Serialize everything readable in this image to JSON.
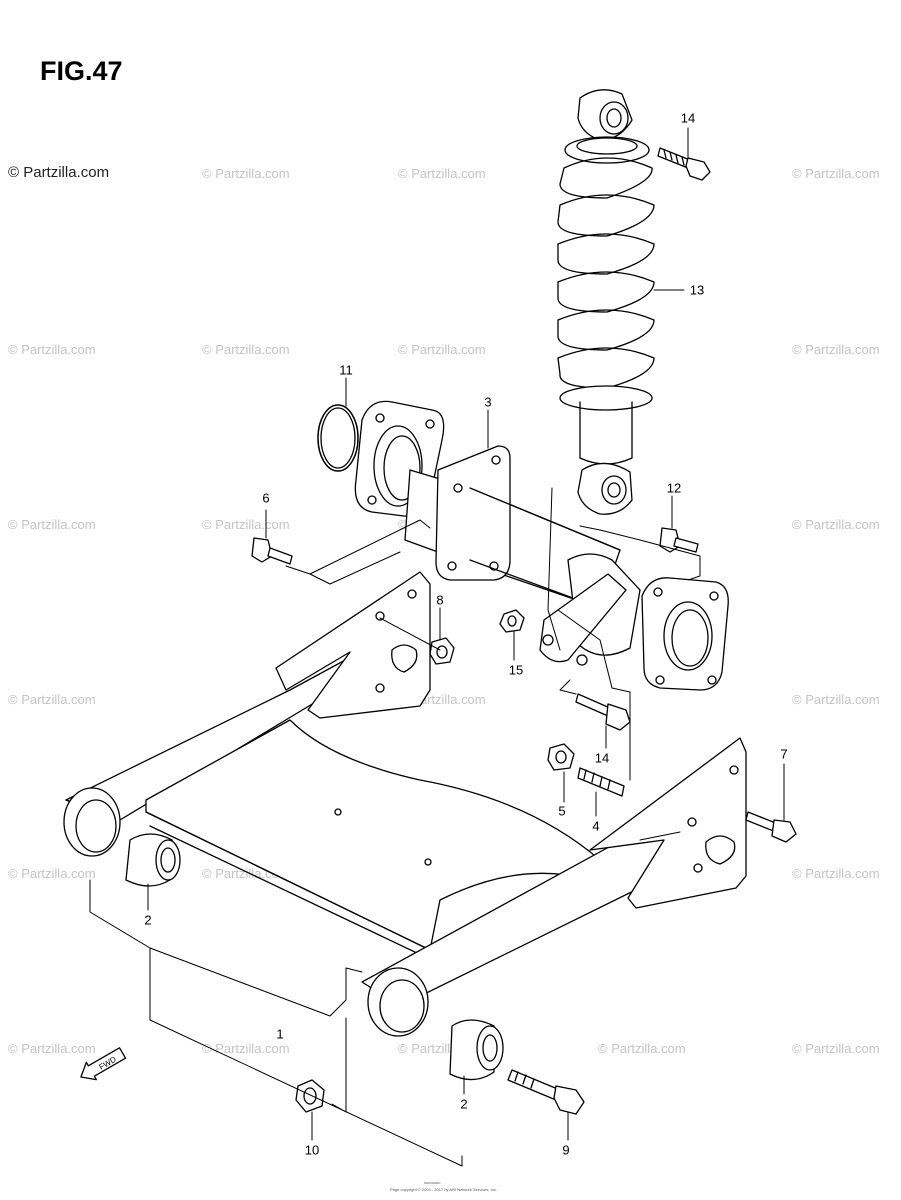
{
  "figure": {
    "title": "FIG.47"
  },
  "copyright": "© Partzilla.com",
  "watermark": "© Partzilla.com",
  "fwd_label": "FWD",
  "footer": {
    "line1": "iooooooo",
    "line2": "Page copyright © 2004 - 2017 by ARI Network Services, Inc."
  },
  "callouts": [
    "1",
    "2",
    "2",
    "3",
    "4",
    "5",
    "6",
    "7",
    "8",
    "9",
    "10",
    "11",
    "12",
    "13",
    "14",
    "14",
    "15"
  ]
}
